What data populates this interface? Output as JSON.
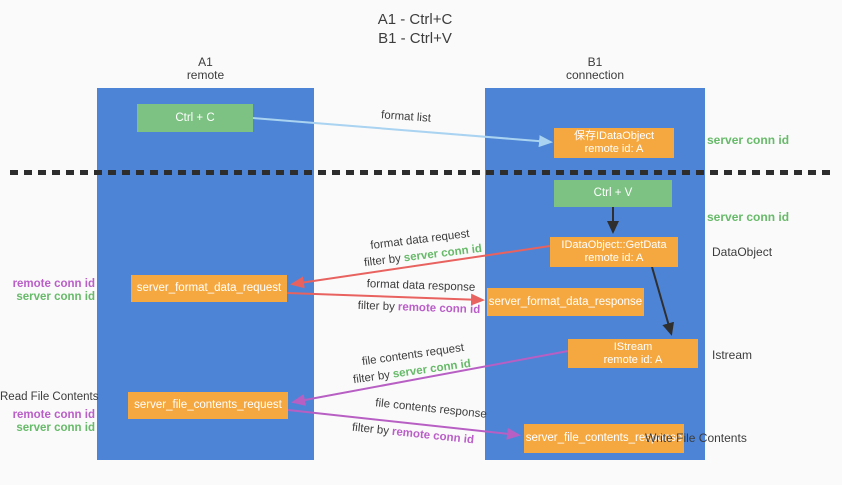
{
  "title": {
    "line1": "A1 - Ctrl+C",
    "line2": "B1 - Ctrl+V"
  },
  "lanes": {
    "left": {
      "name": "A1",
      "role": "remote"
    },
    "right": {
      "name": "B1",
      "role": "connection"
    }
  },
  "nodes": {
    "ctrl_c": {
      "label": "Ctrl + C"
    },
    "save_idataobject": {
      "line1": "保存IDataObject",
      "line2": "remote id: A"
    },
    "ctrl_v": {
      "label": "Ctrl + V"
    },
    "getdata": {
      "line1": "IDataObject::GetData",
      "line2": "remote id: A"
    },
    "server_format_data_request": {
      "label": "server_format_data_request"
    },
    "server_format_data_response": {
      "label": "server_format_data_response"
    },
    "istream": {
      "line1": "IStream",
      "line2": "remote id: A"
    },
    "server_file_contents_request": {
      "label": "server_file_contents_request"
    },
    "server_file_contents_response": {
      "label": "server_file_contents_response"
    }
  },
  "flow_labels": {
    "format_list": "format list",
    "format_data_request": "format data request",
    "format_data_response": "format data response",
    "file_contents_request": "file contents request",
    "file_contents_response": "file contents response",
    "filter_by": "filter by",
    "server_conn_id": "server conn id",
    "remote_conn_id": "remote conn id"
  },
  "side_labels": {
    "right": {
      "server_conn_id_top": "server conn id",
      "server_conn_id_mid": "server conn id",
      "dataobject": "DataObject",
      "istream": "Istream",
      "write_file_contents": "Write File Contents"
    },
    "left": {
      "remote_conn_id_1": "remote conn id",
      "server_conn_id_1": "server conn id",
      "read_file_contents": "Read File Contents",
      "remote_conn_id_2": "remote conn id",
      "server_conn_id_2": "server conn id"
    }
  },
  "colors": {
    "lane_blue": "#4d84d5",
    "box_green": "#7dc283",
    "box_orange": "#f6a840",
    "text_green": "#67ba69",
    "text_purple": "#ba5ec8",
    "arrow_red": "#e8625f",
    "arrow_purple": "#b85fc4",
    "arrow_lightblue": "#a9d3f1",
    "arrow_black": "#2f2f2f",
    "separator_dark": "#2d2d2d",
    "background": "#fafafa"
  }
}
